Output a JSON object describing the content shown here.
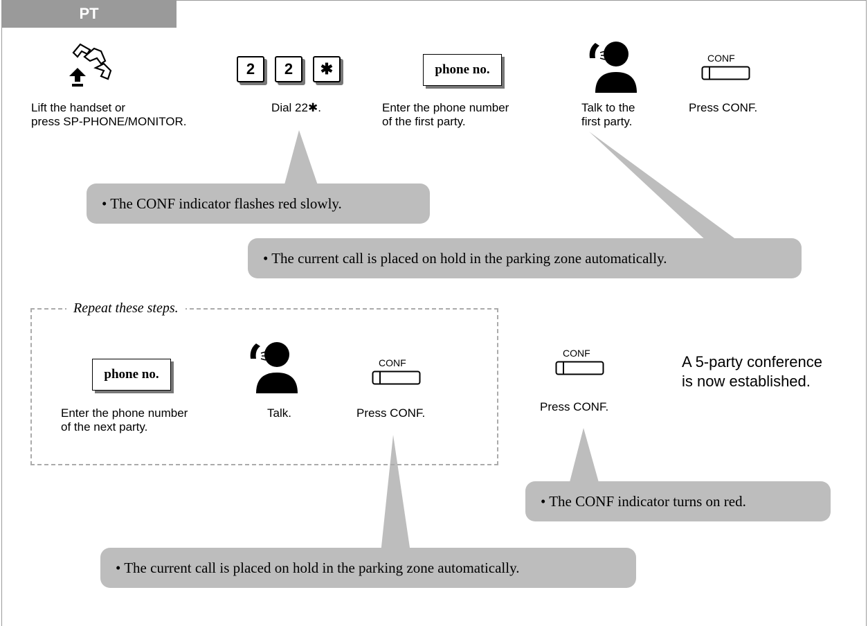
{
  "header": {
    "tab_label": "PT"
  },
  "steps_top": [
    {
      "icon": "handset-lift-icon",
      "label": "Lift the handset or\npress SP-PHONE/MONITOR."
    },
    {
      "icon": "keypad-keys-icon",
      "keys": [
        "2",
        "2",
        "✱"
      ],
      "label": "Dial 22✱."
    },
    {
      "icon": "phone-number-box-icon",
      "box_text": "phone no.",
      "label": "Enter the phone number\nof the first party."
    },
    {
      "icon": "talking-person-icon",
      "label": "Talk to the\nfirst party."
    },
    {
      "icon": "conf-button-icon",
      "button_caption": "CONF",
      "label": "Press CONF."
    }
  ],
  "notes": {
    "conf_flashes": "• The CONF indicator flashes red slowly.",
    "hold_top": "• The current call is placed on hold in the parking zone automatically.",
    "conf_on": "• The CONF indicator turns on red.",
    "hold_bottom": "• The current call is placed on hold in the parking zone automatically."
  },
  "repeat": {
    "caption": "Repeat these steps.",
    "steps": [
      {
        "icon": "phone-number-box-icon",
        "box_text": "phone no.",
        "label": "Enter the phone number\nof the next party."
      },
      {
        "icon": "talking-person-icon",
        "label": "Talk."
      },
      {
        "icon": "conf-button-icon",
        "button_caption": "CONF",
        "label": "Press CONF."
      }
    ]
  },
  "final_step": {
    "icon": "conf-button-icon",
    "button_caption": "CONF",
    "label": "Press CONF."
  },
  "result_text": "A 5-party conference\nis now established.",
  "colors": {
    "tab": "#9a9a9a",
    "note_bubble": "#bdbdbd",
    "dash_border": "#aaaaaa"
  }
}
